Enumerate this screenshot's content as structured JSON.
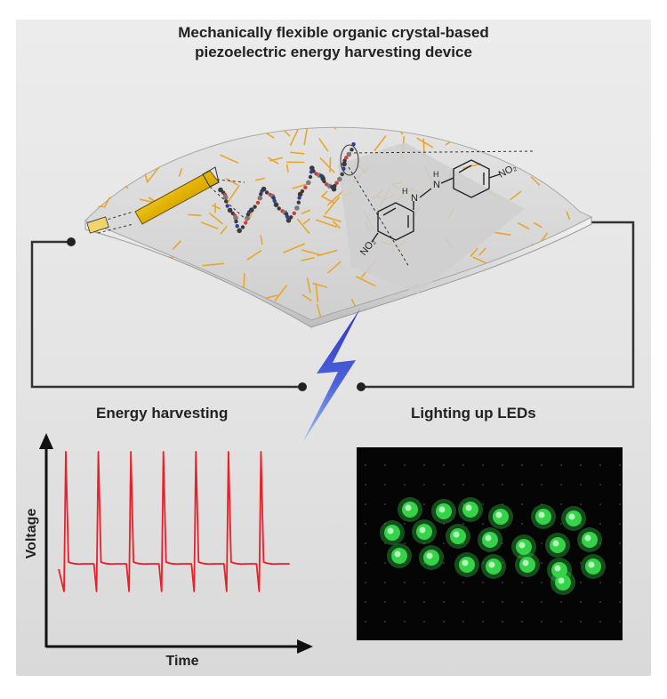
{
  "title": {
    "line1": "Mechanically flexible organic crystal-based",
    "line2": "piezoelectric energy harvesting device"
  },
  "labels": {
    "energy_harvesting": "Energy harvesting",
    "lighting_up_leds": "Lighting up LEDs"
  },
  "molecule": {
    "no2_right": "NO₂",
    "no2_left": "NO₂",
    "nh_left": "H",
    "nh_right": "H",
    "n_left": "N",
    "n_right": "N"
  },
  "chart_data": {
    "type": "line",
    "title": "",
    "xlabel": "Time",
    "ylabel": "Voltage",
    "series": [
      {
        "name": "",
        "color": "#e8202a",
        "pulse_count": 7
      }
    ]
  },
  "colors": {
    "substrate": "#dcdcdc",
    "fibers": "#e9a62a",
    "crystal": "#d9a400",
    "signal": "#e8202a",
    "bolt": "#3b43c9",
    "led": "#35d34a"
  }
}
